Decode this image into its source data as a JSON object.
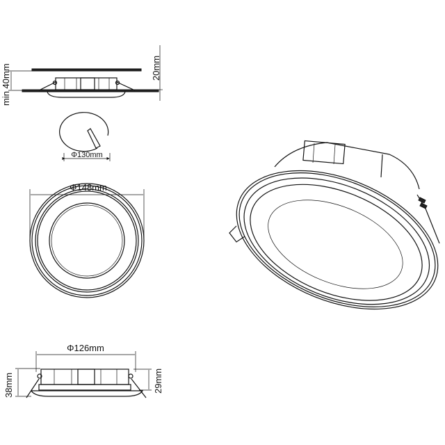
{
  "labels": {
    "min_depth": "min 40mm",
    "ceiling_thickness": "20mm",
    "cutout": "Φ130mm",
    "outer_diameter": "Φ148mm",
    "body_diameter": "Φ126mm",
    "total_height": "38mm",
    "body_height": "29mm"
  },
  "colors": {
    "line": "#111111",
    "background": "#ffffff"
  }
}
